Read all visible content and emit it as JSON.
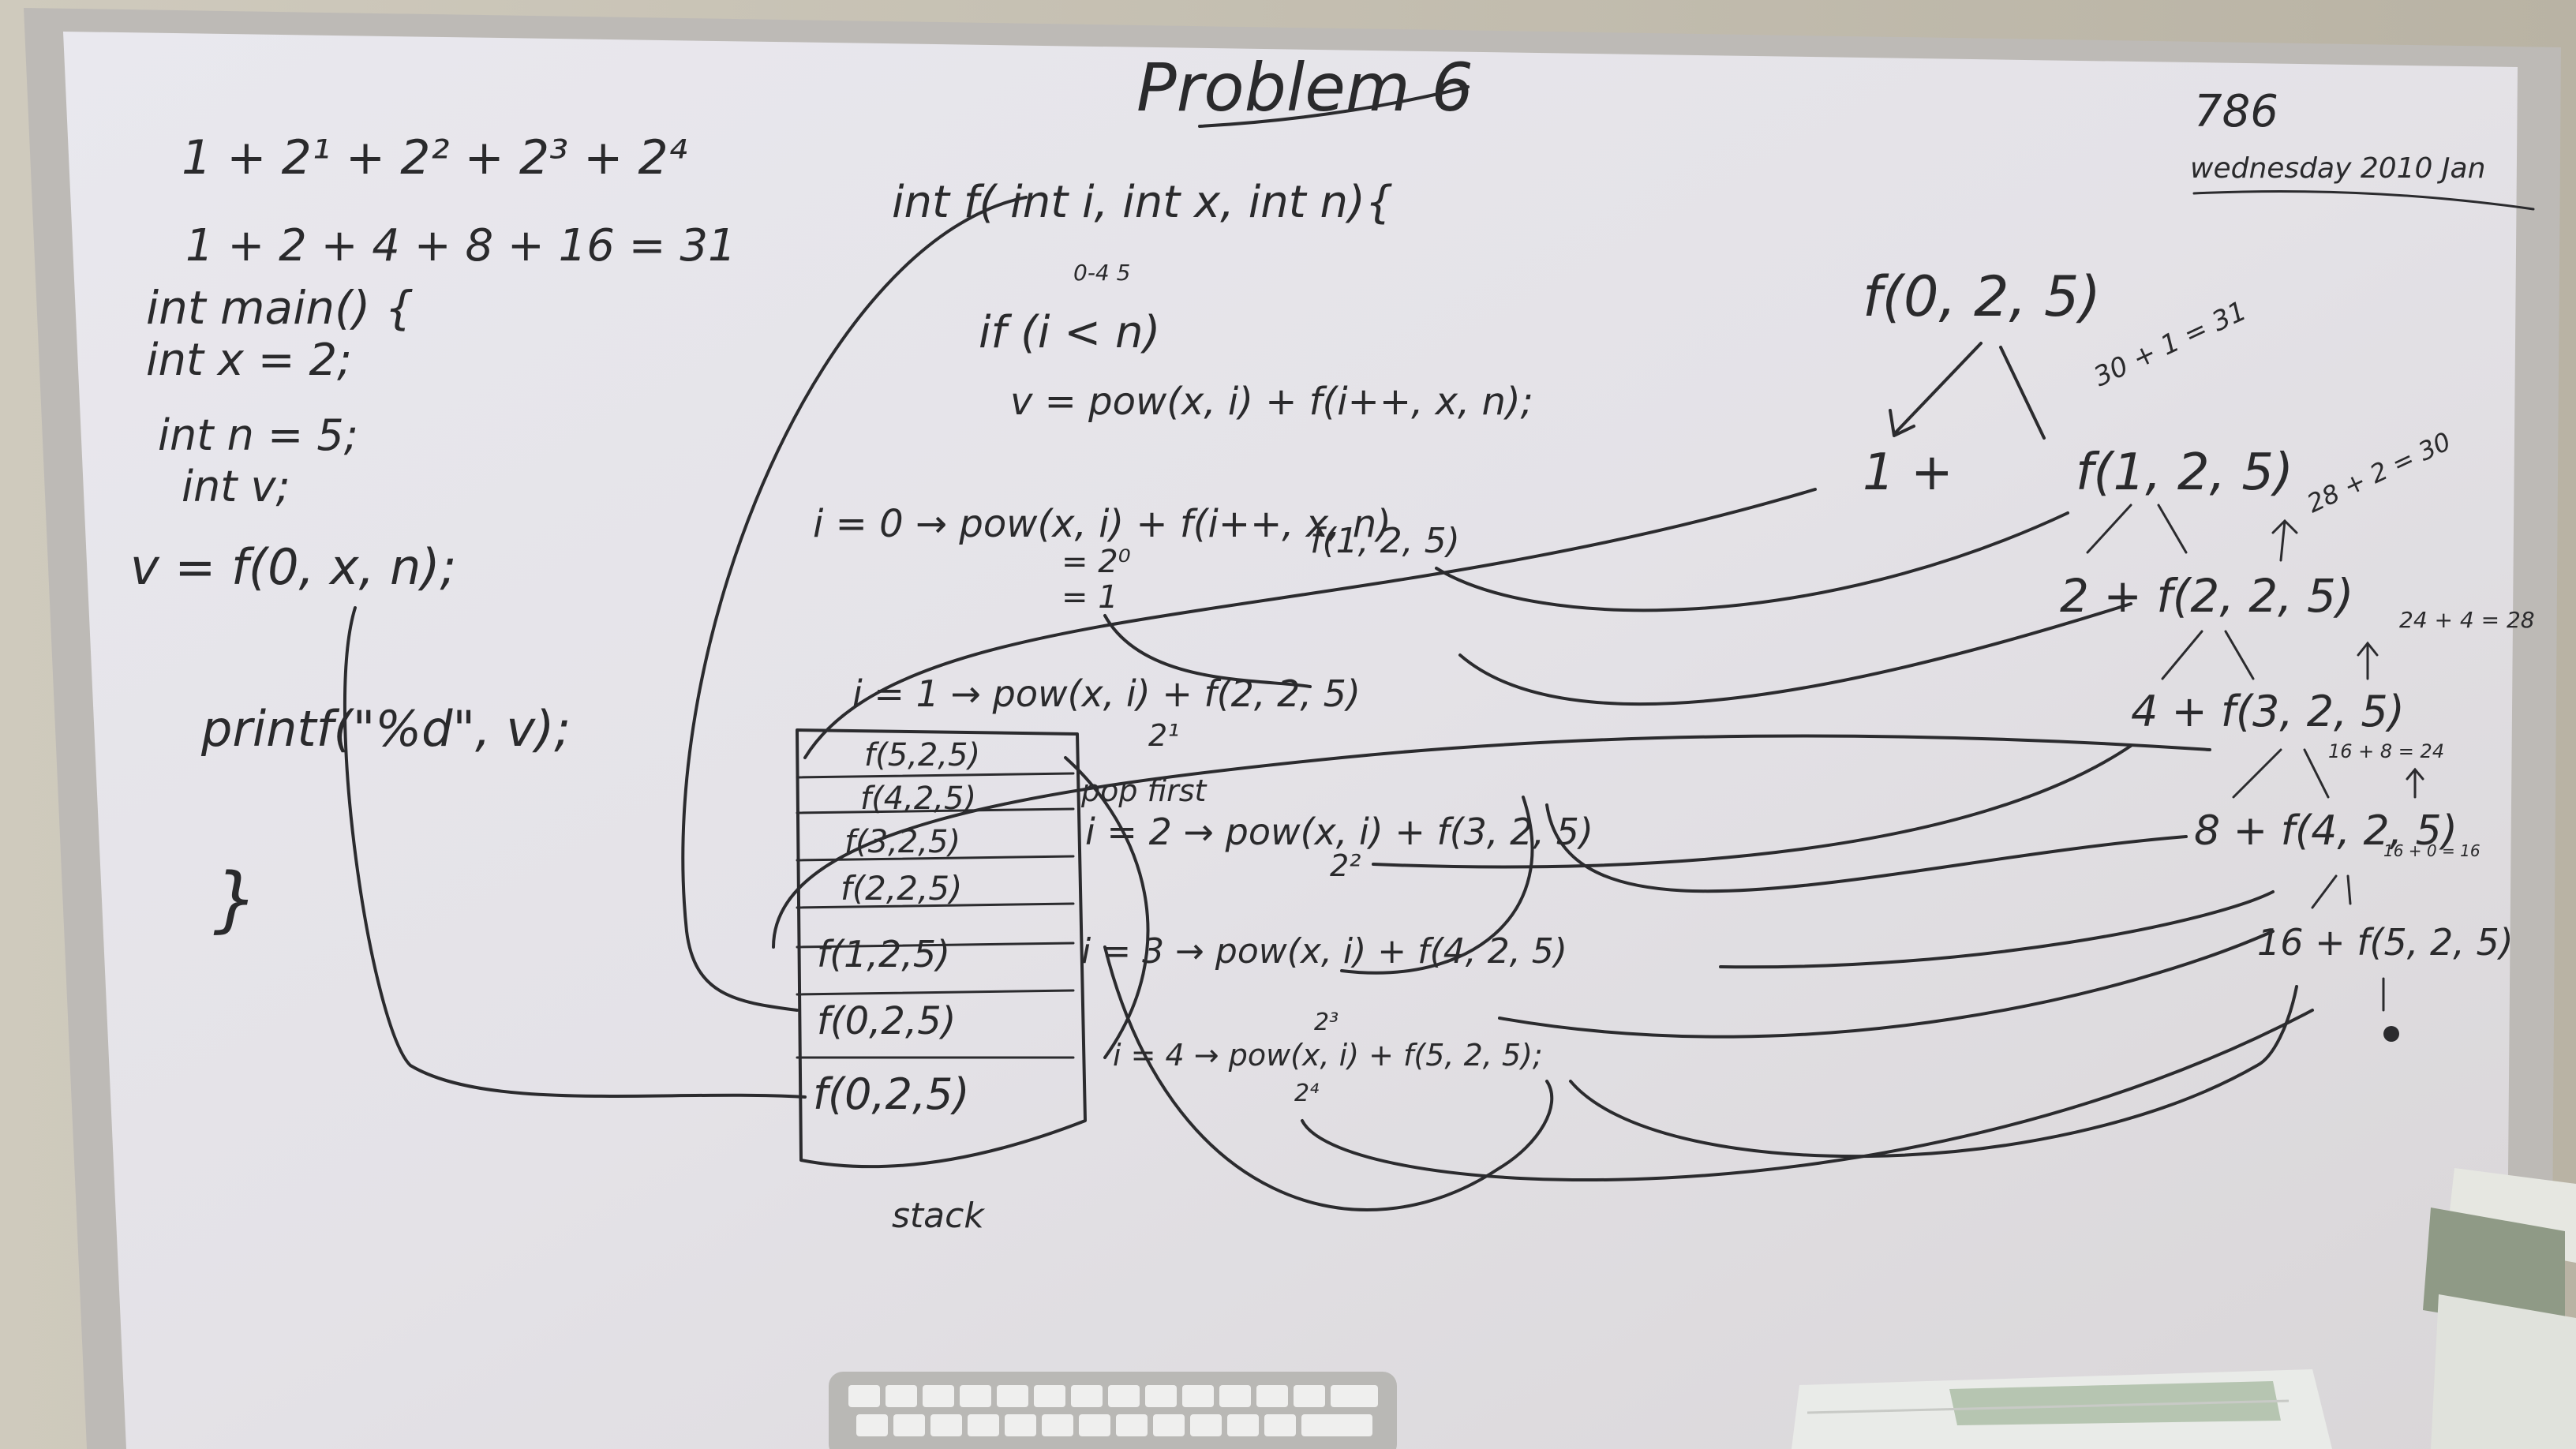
{
  "board": {
    "title": "Problem 6",
    "corner_note": "786",
    "corner_note_2": "wednesday 2010 Jan"
  },
  "series": {
    "line1": "1 + 2¹ + 2² + 2³ + 2⁴",
    "line2": "1 + 2 + 4 + 8 + 16 = 31"
  },
  "main_code": {
    "line1": "int main() {",
    "line2": "int x = 2;",
    "line3": "int n = 5;",
    "line4": "int v;",
    "line5": "v = f(0, x, n);",
    "line6": "printf(\"%d\", v);",
    "line7": "}"
  },
  "function_code": {
    "signature": "int f( int i, int x, int n){",
    "cond_note": "0-4      5",
    "cond": "if (i < n)",
    "body": "v = pow(x, i) + f(i++, x, n);"
  },
  "trace": {
    "i0_line": "i = 0 → pow(x, i) + f(i++, x, n)",
    "i0_eq1": "= 2⁰",
    "i0_eq2": "= 1",
    "i0_call": "f(1, 2, 5)",
    "i1_line": "i = 1 → pow(x, i) + f(2, 2, 5)",
    "i1_val": "2¹",
    "pop_note": "pop first",
    "i2_line": "i = 2 → pow(x, i) + f(3, 2, 5)",
    "i2_val": "2²",
    "i3_line": "i = 3 → pow(x, i) + f(4, 2, 5)",
    "i3_val": "2³",
    "i4_line": "i = 4 → pow(x, i) + f(5, 2, 5);",
    "i4_val": "2⁴"
  },
  "stack": {
    "label": "stack",
    "frames": [
      "f(5,2,5)",
      "f(4,2,5)",
      "f(3,2,5)",
      "f(2,2,5)",
      "f(1,2,5)",
      "f(0,2,5)",
      "f(0,2,5)"
    ]
  },
  "tree": {
    "root": "f(0, 2, 5)",
    "n1_left": "1 +",
    "n1_right": "f(1, 2, 5)",
    "n2": "2 + f(2, 2, 5)",
    "n3": "4 + f(3, 2, 5)",
    "n4": "8 + f(4, 2, 5)",
    "n5": "16 + f(5, 2, 5)",
    "sum_root": "30 + 1 = 31",
    "sum_1": "28 + 2 = 30",
    "sum_2": "24 + 4 = 28",
    "sum_3": "16 + 8 = 24",
    "sum_4": "16 + 0 = 16"
  },
  "colors": {
    "board": "#e6e4e9",
    "ink": "#2b2b2e",
    "frame": "#b8b6b3",
    "wall": "#d9d6cc"
  }
}
